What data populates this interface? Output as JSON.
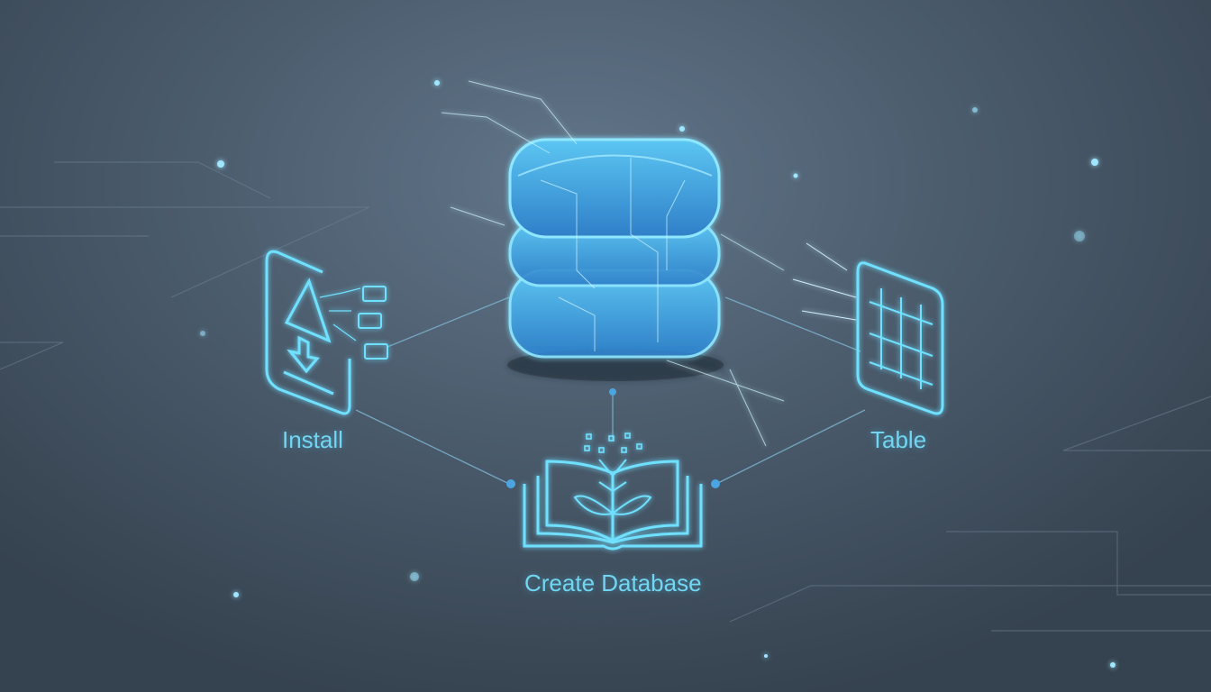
{
  "nodes": {
    "install": {
      "label": "Install",
      "icon": "install-download-icon"
    },
    "create_database": {
      "label": "Create Database",
      "icon": "open-book-plant-icon"
    },
    "table": {
      "label": "Table",
      "icon": "table-grid-icon"
    },
    "database": {
      "icon": "database-stack-icon"
    }
  },
  "colors": {
    "accent": "#72d6f2",
    "background": "#4c5d6e",
    "glow": "#3fb7ea"
  }
}
